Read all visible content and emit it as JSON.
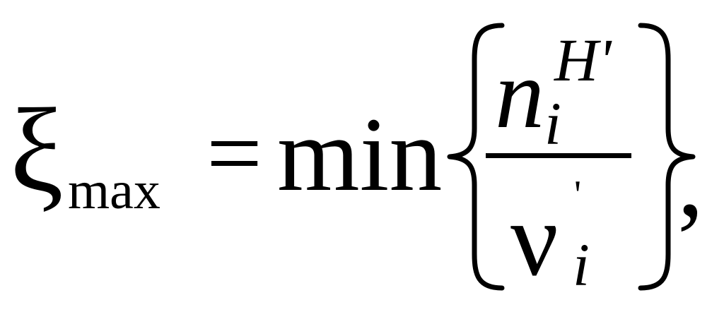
{
  "equation": {
    "variable": "ξ",
    "variable_subscript": "max",
    "relation": "=",
    "operator": "min",
    "numerator_base": "n",
    "numerator_superscript": "H'",
    "numerator_subscript": "i",
    "denominator_base": "ν",
    "denominator_prime": "'",
    "denominator_subscript": "i",
    "trailing_punctuation": ","
  }
}
